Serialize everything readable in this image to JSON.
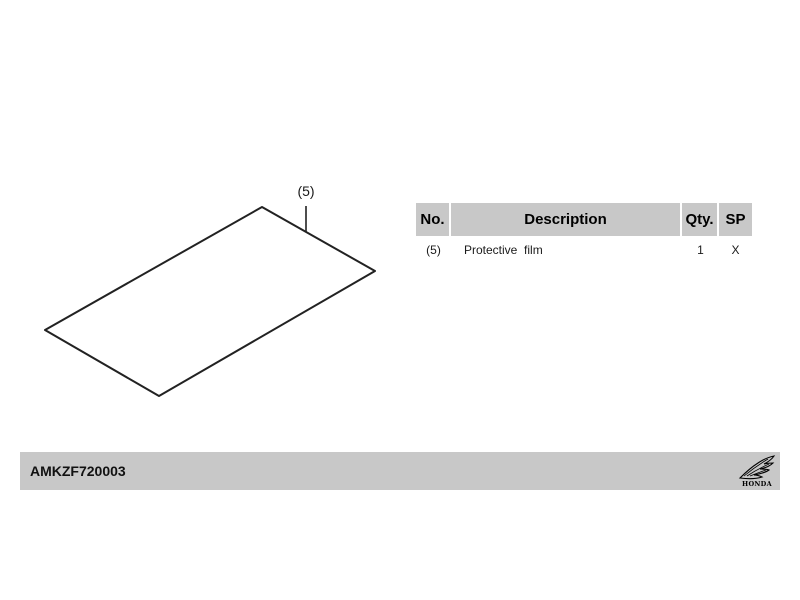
{
  "diagram": {
    "callout": "(5)"
  },
  "table": {
    "headers": {
      "no": "No.",
      "description": "Description",
      "qty": "Qty.",
      "sp": "SP"
    },
    "rows": [
      {
        "no": "(5)",
        "description": "Protective  film",
        "qty": "1",
        "sp": "X"
      }
    ]
  },
  "footer": {
    "part_code": "AMKZF720003",
    "brand": "HONDA",
    "logo_icon": "honda-wing-icon",
    "bar_color": "#c8c8c8"
  }
}
